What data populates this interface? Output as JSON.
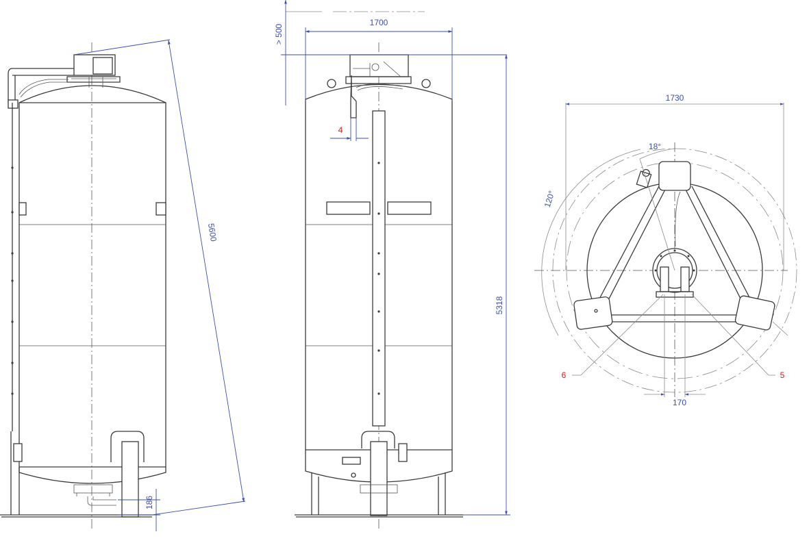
{
  "dimensions": {
    "clearance_top": "> 500",
    "width_front": "1700",
    "height_total": "5318",
    "diagonal_tilt": "5600",
    "bottom_offset": "186",
    "plan_diameter": "1730",
    "plan_spacing": "170",
    "angle_small": "18°",
    "angle_large": "120°"
  },
  "callouts": {
    "item_4": "4",
    "item_5": "5",
    "item_6": "6"
  },
  "colors": {
    "dimension": "#3b4fa8",
    "callout": "#e0151b",
    "outline": "#3a3a3a"
  }
}
